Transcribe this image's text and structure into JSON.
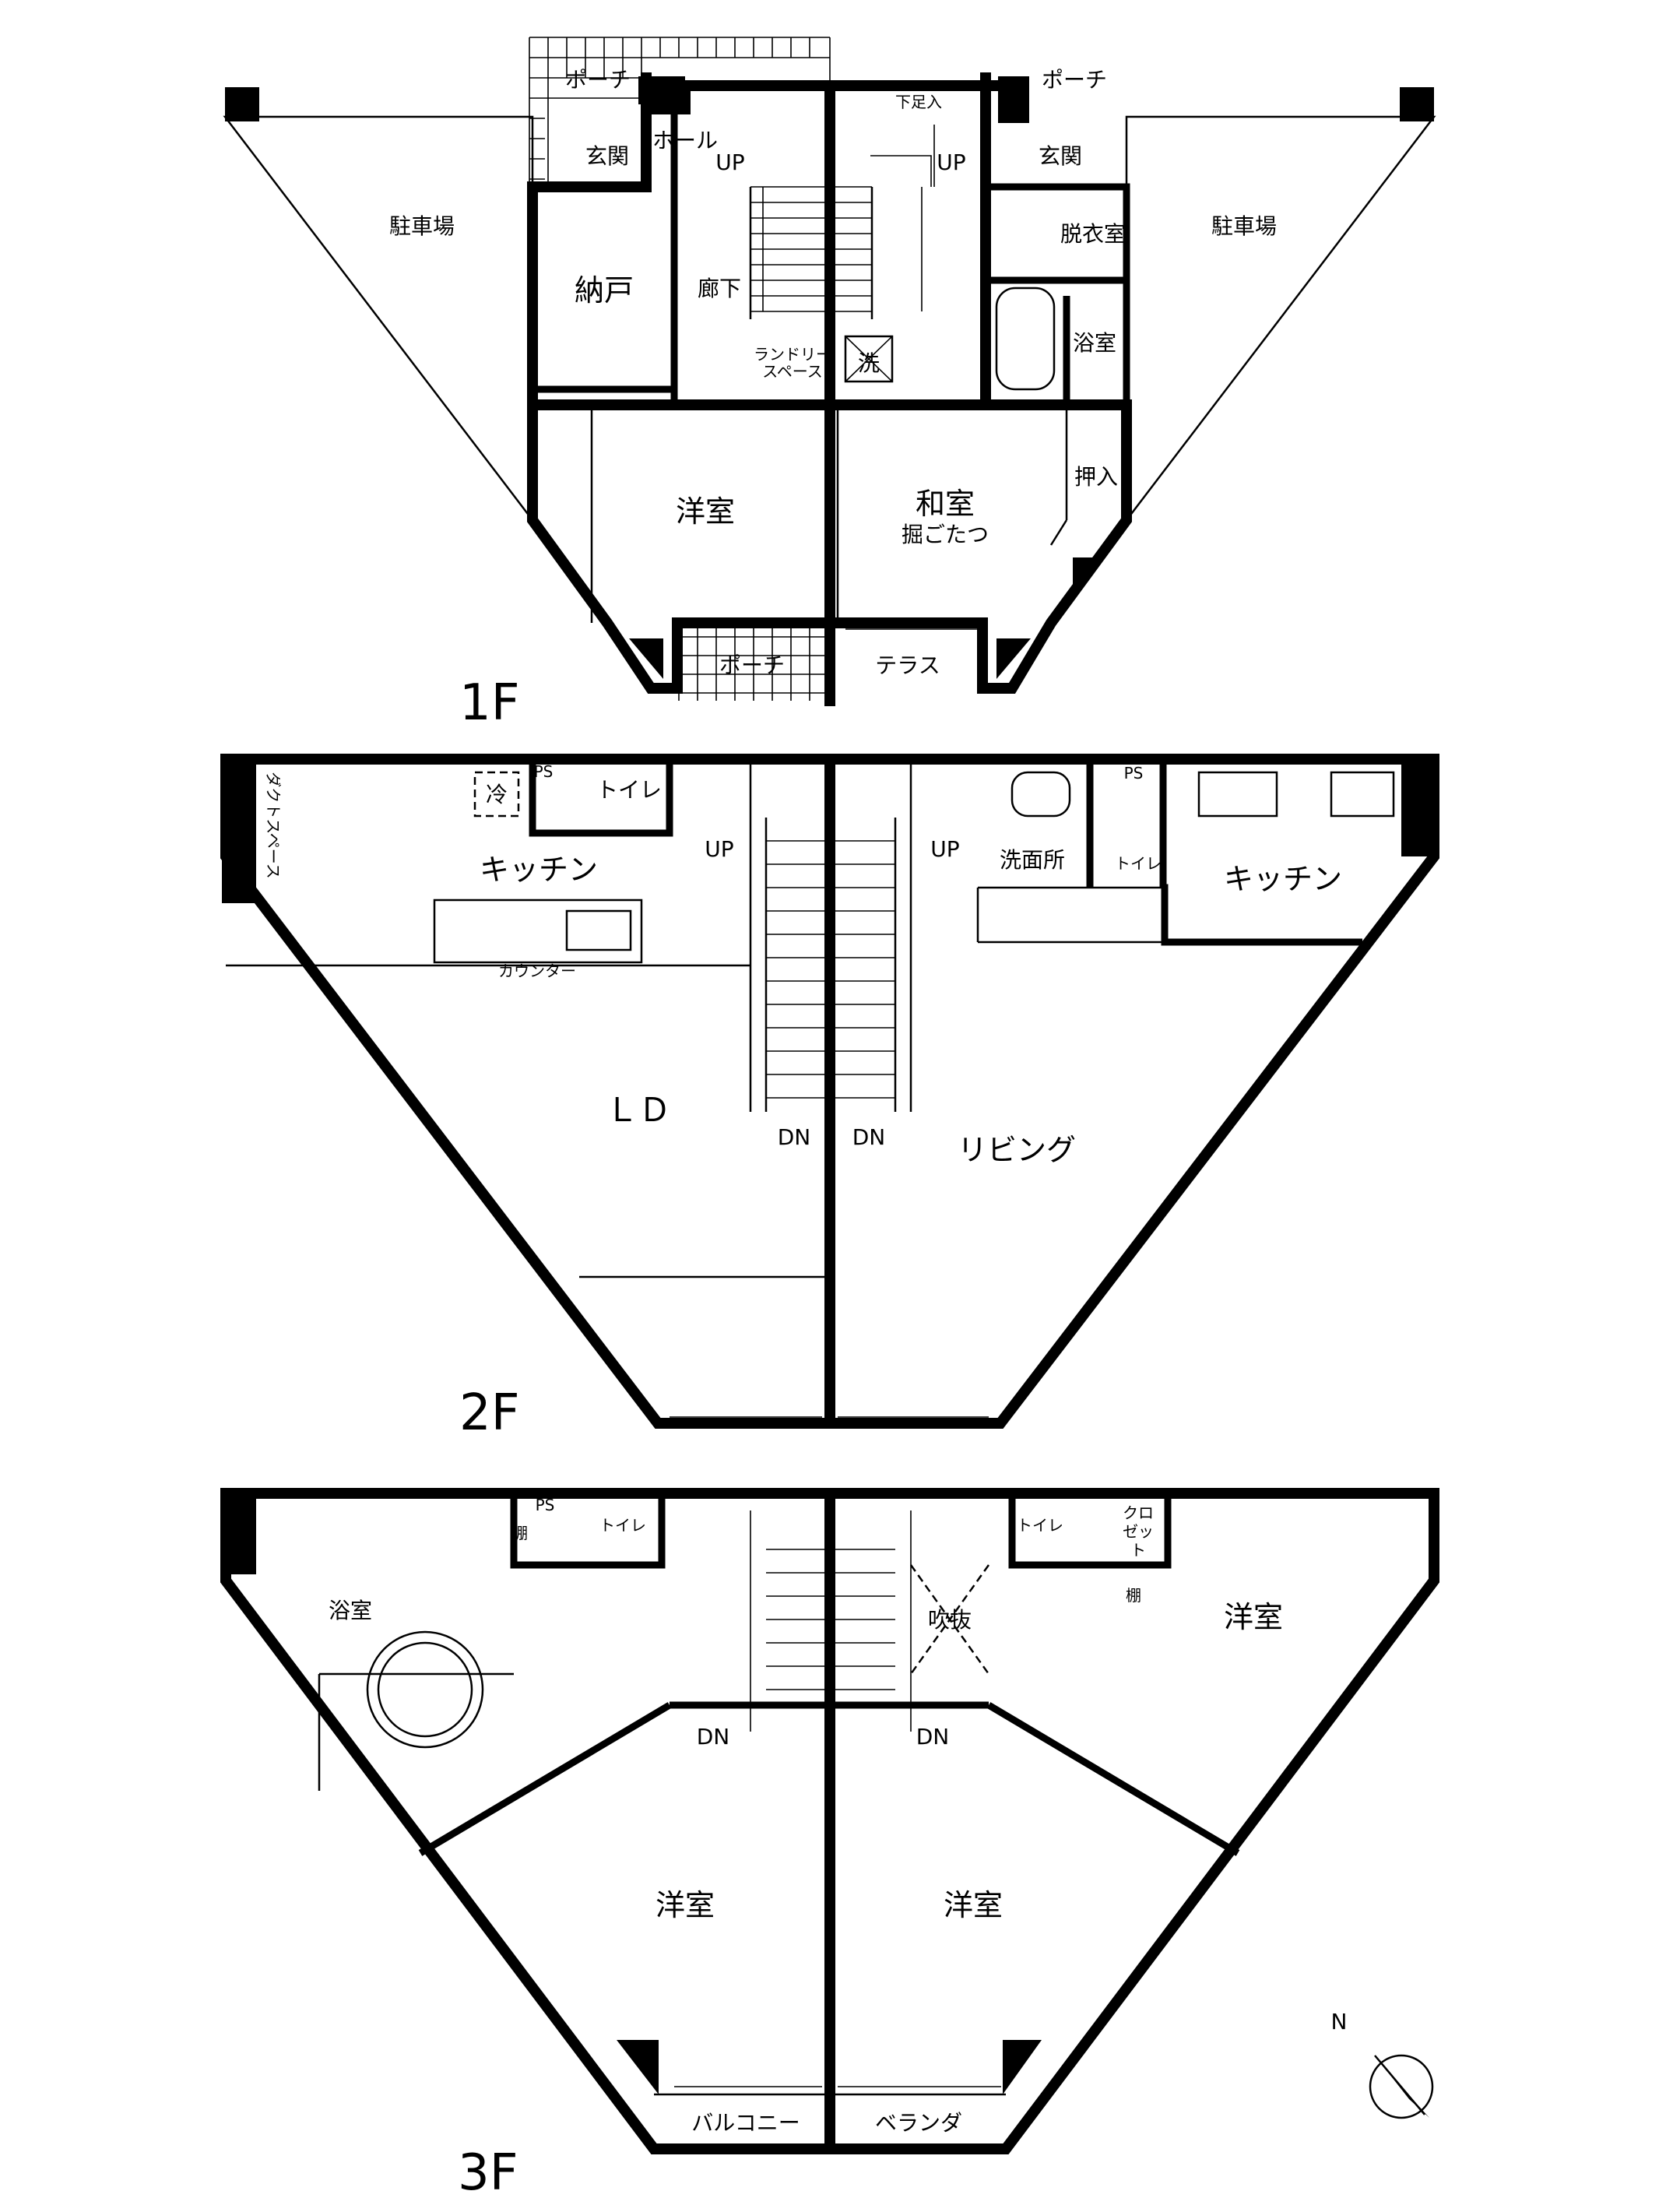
{
  "floors": {
    "f1": {
      "label": "1F",
      "rooms": {
        "porch_nw": "ポーチ",
        "porch_ne": "ポーチ",
        "genkan_w": "玄関",
        "genkan_e": "玄関",
        "hall": "ホール",
        "shitaashiire": "下足入",
        "up_w": "UP",
        "up_e": "UP",
        "parking_w": "駐車場",
        "parking_e": "駐車場",
        "nando": "納戸",
        "corridor": "廊下",
        "laundry_line1": "ランドリー",
        "laundry_line2": "スペース",
        "washer": "洗",
        "datsuishitsu": "脱衣室",
        "bath": "浴室",
        "western_room": "洋室",
        "japanese_room": "和室",
        "horigotatsu": "掘ごたつ",
        "oshiire": "押入",
        "porch_s": "ポーチ",
        "terrace": "テラス"
      }
    },
    "f2": {
      "label": "2F",
      "rooms": {
        "duct_space": "ダクトスペース",
        "fridge": "冷",
        "ps_w": "PS",
        "ps_e": "PS",
        "toilet_w": "トイレ",
        "toilet_e": "トイレ",
        "kitchen_w": "キッチン",
        "kitchen_e": "キッチン",
        "up_w": "UP",
        "up_e": "UP",
        "counter": "カウンター",
        "washroom": "洗面所",
        "ld": "ＬＤ",
        "dn_w": "DN",
        "dn_e": "DN",
        "living": "リビング"
      }
    },
    "f3": {
      "label": "3F",
      "rooms": {
        "shelf_w": "棚",
        "shelf_e": "棚",
        "ps": "PS",
        "toilet_w": "トイレ",
        "toilet_e": "トイレ",
        "closet_line1": "クロ",
        "closet_line2": "ゼッ",
        "closet_line3": "ト",
        "bath": "浴室",
        "fukinuke": "吹抜",
        "dn_w": "DN",
        "dn_e": "DN",
        "western_ne": "洋室",
        "western_sw": "洋室",
        "western_se": "洋室",
        "balcony": "バルコニー",
        "veranda": "ベランダ"
      }
    }
  },
  "compass": {
    "north_label": "N"
  }
}
